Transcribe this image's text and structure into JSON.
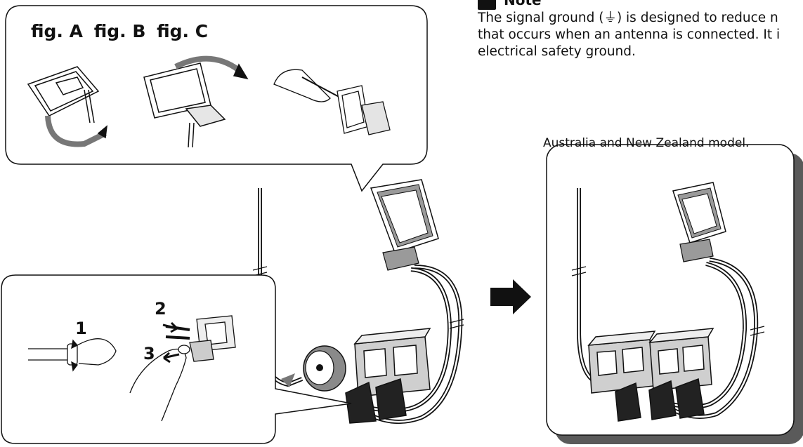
{
  "figure_labels": [
    "fig. A",
    "fig. B",
    "fig. C"
  ],
  "note": {
    "title": "Note",
    "lines": [
      "The signal ground (⏚) is designed to reduce n",
      "that occurs when an antenna is connected. It i",
      "electrical safety ground."
    ]
  },
  "region_label": "Australia and New Zealand model.",
  "steps": [
    "1",
    "2",
    "3"
  ],
  "colors": {
    "ink": "#111111",
    "gray": "#8a8a8a",
    "shadow": "#5a5a5a",
    "box_face": "#cfcfcf"
  }
}
